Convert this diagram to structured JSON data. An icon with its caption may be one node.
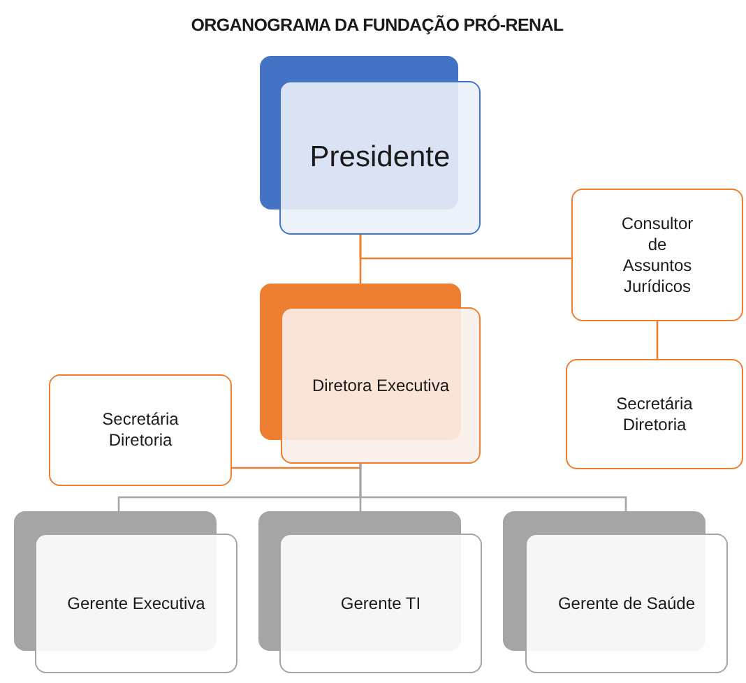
{
  "diagram": {
    "title": "ORGANOGRAMA DA FUNDAÇÃO PRÓ-RENAL",
    "nodes": [
      {
        "text": [
          "Presidente"
        ]
      },
      {
        "text": [
          "Consultor de Assuntos Jurídicos"
        ]
      },
      {
        "text": [
          "Secretária Diretoria"
        ]
      },
      {
        "text": [
          "Diretora Executiva"
        ]
      },
      {
        "text": [
          "Secretária Diretoria"
        ]
      },
      {
        "text": [
          "Gerente Executiva"
        ]
      },
      {
        "text": [
          "Gerente TI"
        ]
      },
      {
        "text": [
          "Gerente de Saúde"
        ]
      }
    ],
    "edges": [
      {
        "from": 0,
        "to": 3,
        "arrow": "none"
      },
      {
        "from": 0,
        "to": 1,
        "arrow": "none"
      },
      {
        "from": 1,
        "to": 2,
        "arrow": "none"
      },
      {
        "from": 3,
        "to": 4,
        "arrow": "none"
      },
      {
        "from": 3,
        "to": 5,
        "arrow": "none",
        "color": "#a5a5a5"
      },
      {
        "from": 3,
        "to": 6,
        "arrow": "none",
        "color": "#a5a5a5"
      },
      {
        "from": 3,
        "to": 7,
        "arrow": "none",
        "color": "#a5a5a5"
      }
    ]
  }
}
